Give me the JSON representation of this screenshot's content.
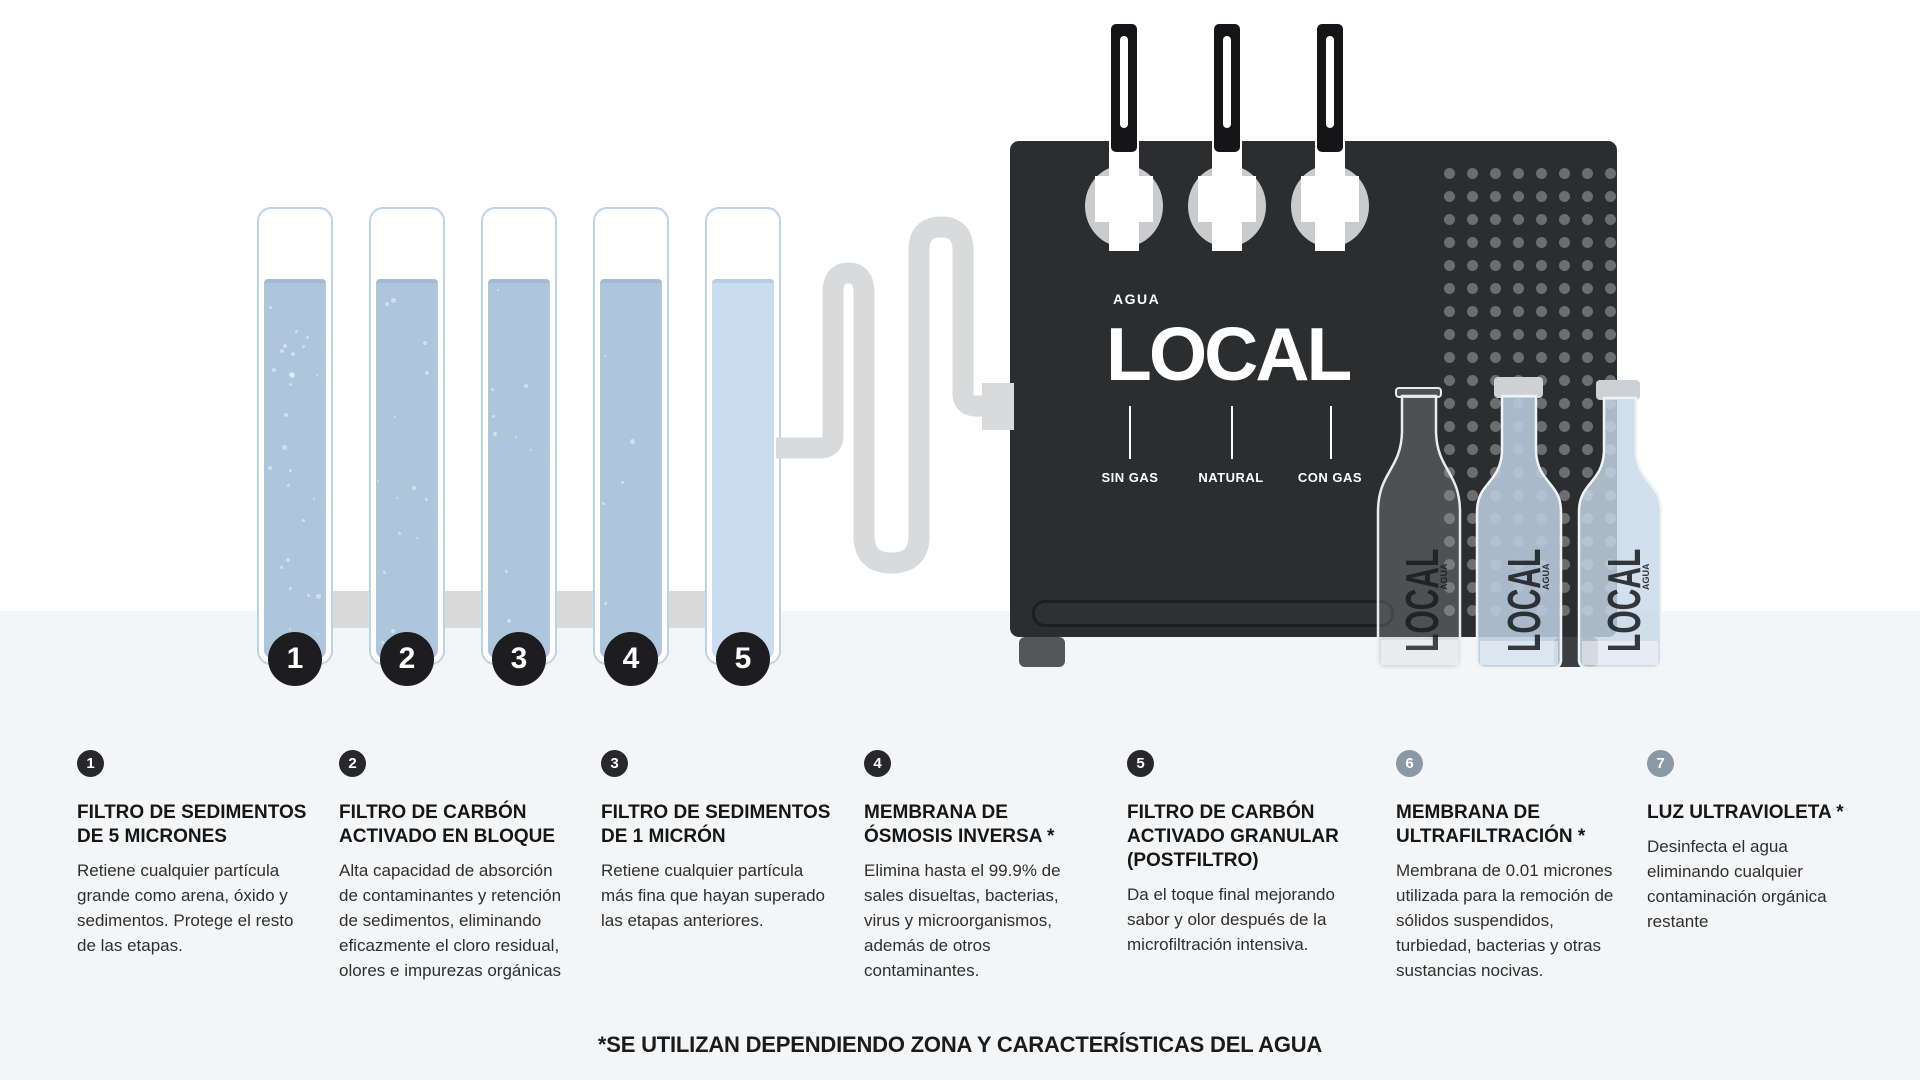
{
  "machine": {
    "brand_small": "AGUA",
    "brand_large": "LOCAL",
    "tap_labels": [
      "SIN GAS",
      "NATURAL",
      "CON GAS"
    ],
    "body_color": "#2b2d2e"
  },
  "tubes": {
    "numbers": [
      "1",
      "2",
      "3",
      "4",
      "5"
    ],
    "water_color_dirty": "#aec6dc",
    "water_color_clean": "#c9dcf0"
  },
  "bottles": {
    "label_small": "AGUA",
    "label_large": "LOCAL"
  },
  "steps": [
    {
      "number": "1",
      "badge_color": "#28282a",
      "title": "FILTRO DE SEDIMENTOS\nDE 5 MICRONES",
      "description": "Retiene cualquier partícula grande como arena, óxido y sedimentos. Protege el resto de las etapas."
    },
    {
      "number": "2",
      "badge_color": "#28282a",
      "title": "FILTRO DE CARBÓN\nACTIVADO EN BLOQUE",
      "description": "Alta capacidad de absorción de contaminantes y retención de sedimentos, eliminando eficazmente el cloro residual, olores e impurezas orgánicas"
    },
    {
      "number": "3",
      "badge_color": "#28282a",
      "title": "FILTRO DE SEDIMENTOS\nDE 1 MICRÓN",
      "description": "Retiene cualquier partícula más fina que hayan superado las etapas anteriores."
    },
    {
      "number": "4",
      "badge_color": "#28282a",
      "title": "MEMBRANA DE\nÓSMOSIS INVERSA *",
      "description": "Elimina hasta el 99.9% de sales disueltas, bacterias, virus y microorganismos, además de otros contaminantes."
    },
    {
      "number": "5",
      "badge_color": "#28282a",
      "title": "FILTRO DE CARBÓN\nACTIVADO GRANULAR\n(POSTFILTRO)",
      "description": "Da el toque final mejorando sabor y olor después de la microfiltración intensiva."
    },
    {
      "number": "6",
      "badge_color": "#8b99a7",
      "title": "MEMBRANA DE\nULTRAFILTRACIÓN *",
      "description": "Membrana de 0.01 micrones utilizada para la remoción de sólidos suspendidos, turbiedad, bacterias y otras sustancias nocivas."
    },
    {
      "number": "7",
      "badge_color": "#8b99a7",
      "title": "LUZ ULTRAVIOLETA *",
      "description": "Desinfecta el agua eliminando cualquier contaminación orgánica restante"
    }
  ],
  "footnote": "*SE UTILIZAN DEPENDIENDO ZONA Y CARACTERÍSTICAS DEL AGUA"
}
